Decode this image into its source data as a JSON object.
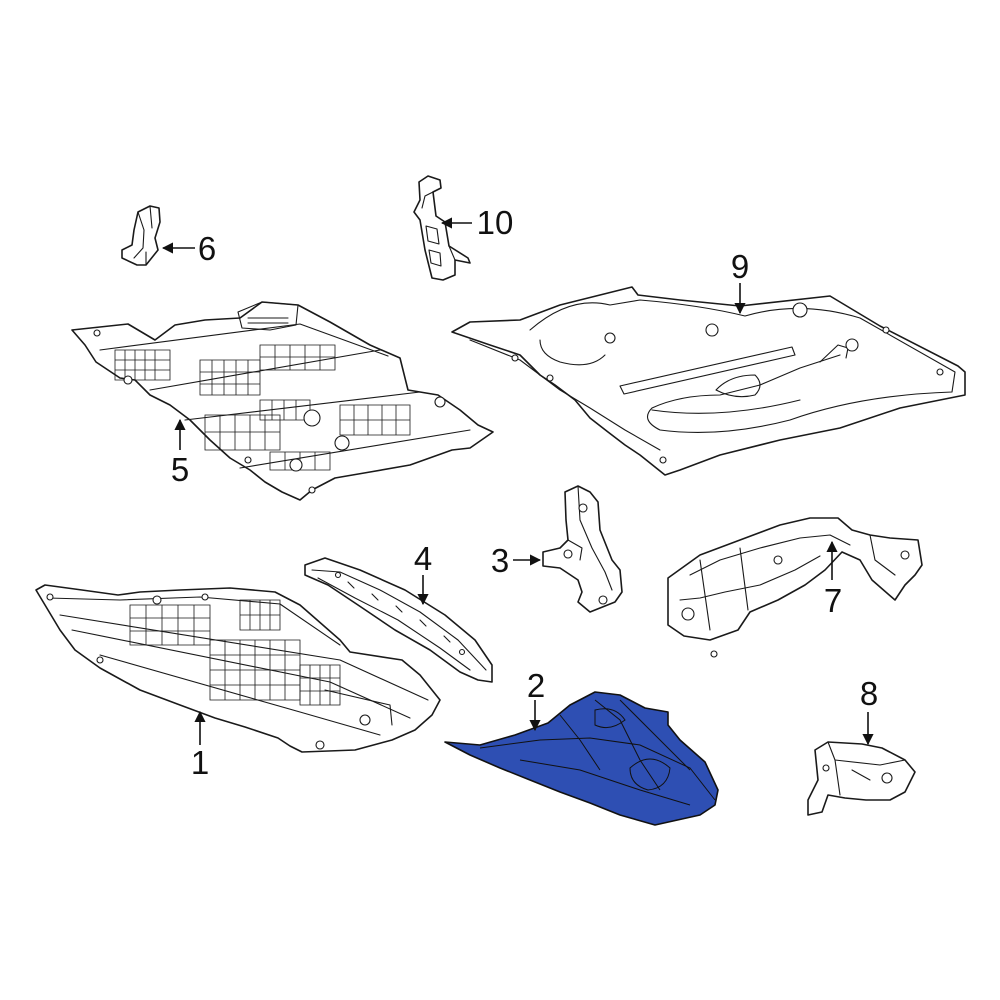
{
  "callouts": {
    "c1": "1",
    "c2": "2",
    "c3": "3",
    "c4": "4",
    "c5": "5",
    "c6": "6",
    "c7": "7",
    "c8": "8",
    "c9": "9",
    "c10": "10"
  },
  "colors": {
    "highlight": "#2E4FB3",
    "line": "#1a1a1a",
    "background": "#ffffff"
  }
}
